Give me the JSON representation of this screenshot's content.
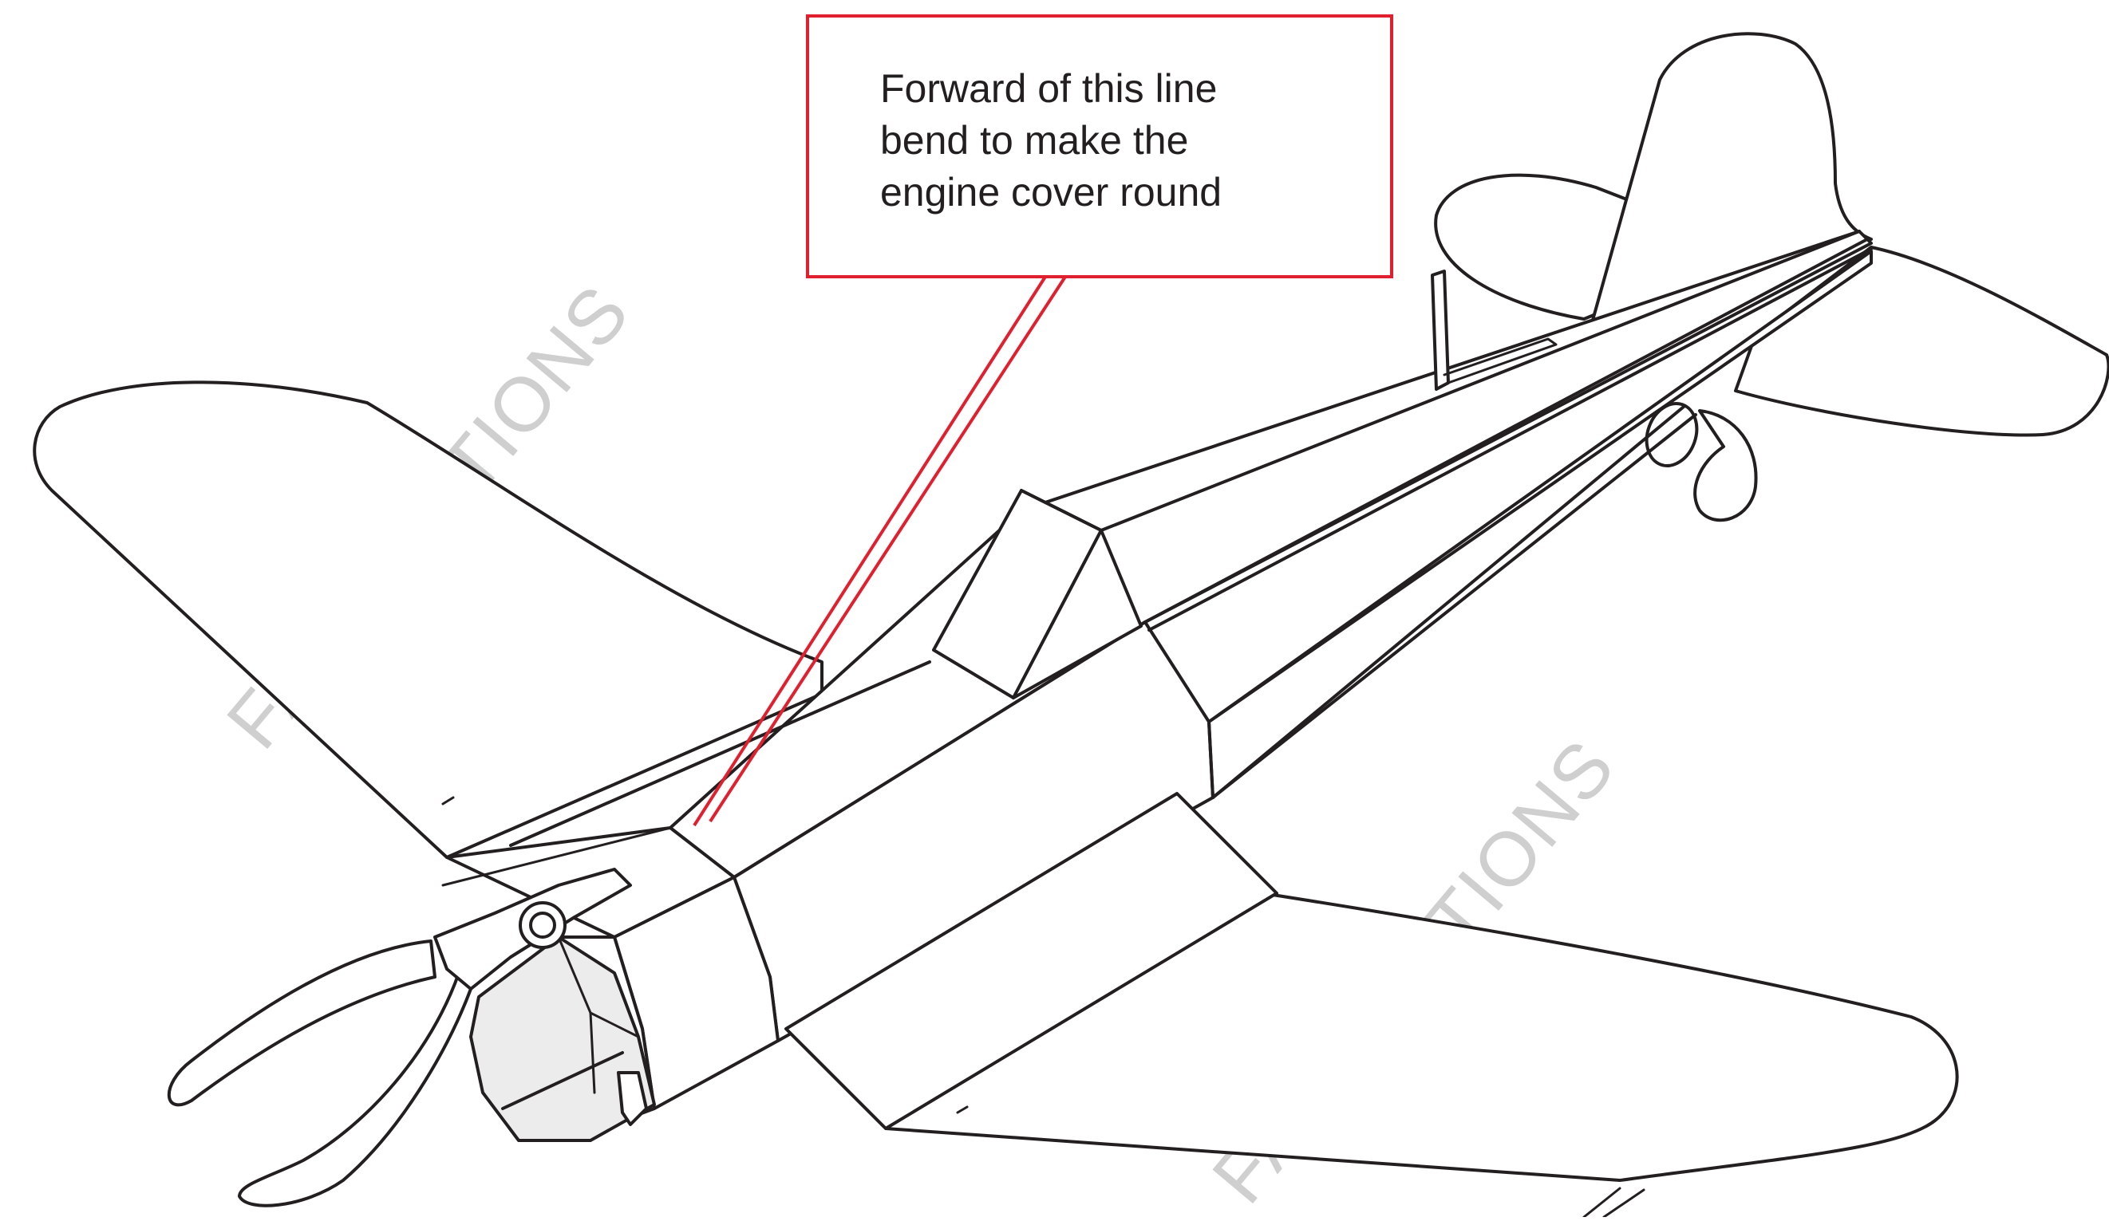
{
  "callout": {
    "lines": [
      "Forward of this line",
      "bend to make the",
      "engine cover round"
    ]
  },
  "watermark": {
    "text_left": "FASCINATIONS",
    "text_right": "FASCINATIONS",
    "color": "#cfcfcf"
  },
  "colors": {
    "outline": "#231f20",
    "callout_red": "#e0202e",
    "engine_fill": "#ececec"
  },
  "icons": {
    "airplane": "paper-model-airplane",
    "pliers": "pliers-tool"
  }
}
